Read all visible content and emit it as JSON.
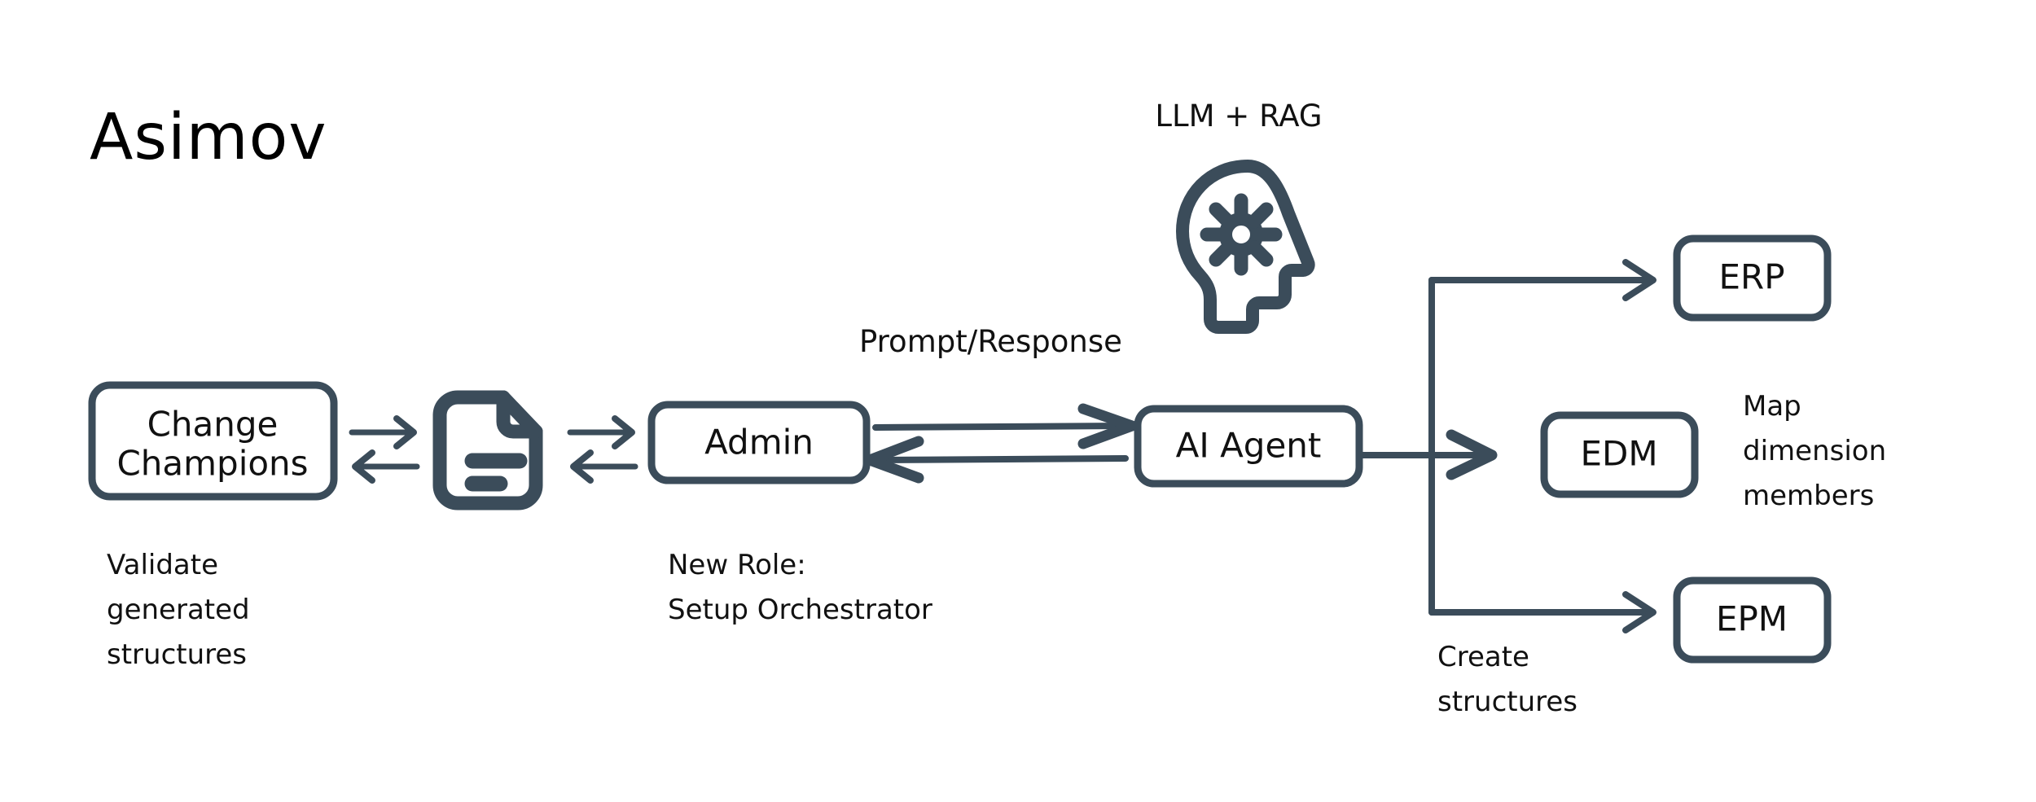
{
  "diagram": {
    "title": "Asimov",
    "background_color": "#ffffff",
    "accent_color": "#3b4c5a",
    "text_color": "#111111"
  },
  "nodes": {
    "change_champions": {
      "line1": "Change",
      "line2": "Champions"
    },
    "admin": {
      "label": "Admin"
    },
    "ai_agent": {
      "label": "AI Agent"
    },
    "erp": {
      "label": "ERP"
    },
    "edm": {
      "label": "EDM"
    },
    "epm": {
      "label": "EPM"
    }
  },
  "icons": {
    "document": {
      "name": "document-icon"
    },
    "brain_gear": {
      "name": "brain-gear-icon",
      "label": "LLM + RAG"
    },
    "exchange_left": {
      "name": "exchange-arrows-icon"
    },
    "exchange_right": {
      "name": "exchange-arrows-icon"
    }
  },
  "edge_labels": {
    "prompt_response": "Prompt/Response"
  },
  "captions": {
    "validate": {
      "line1": "Validate",
      "line2": "generated",
      "line3": "structures"
    },
    "new_role": {
      "line1": "New Role:",
      "line2": "Setup Orchestrator"
    },
    "map_dimension": {
      "line1": "Map",
      "line2": "dimension",
      "line3": "members"
    },
    "create_structures": {
      "line1": "Create",
      "line2": "structures"
    }
  }
}
